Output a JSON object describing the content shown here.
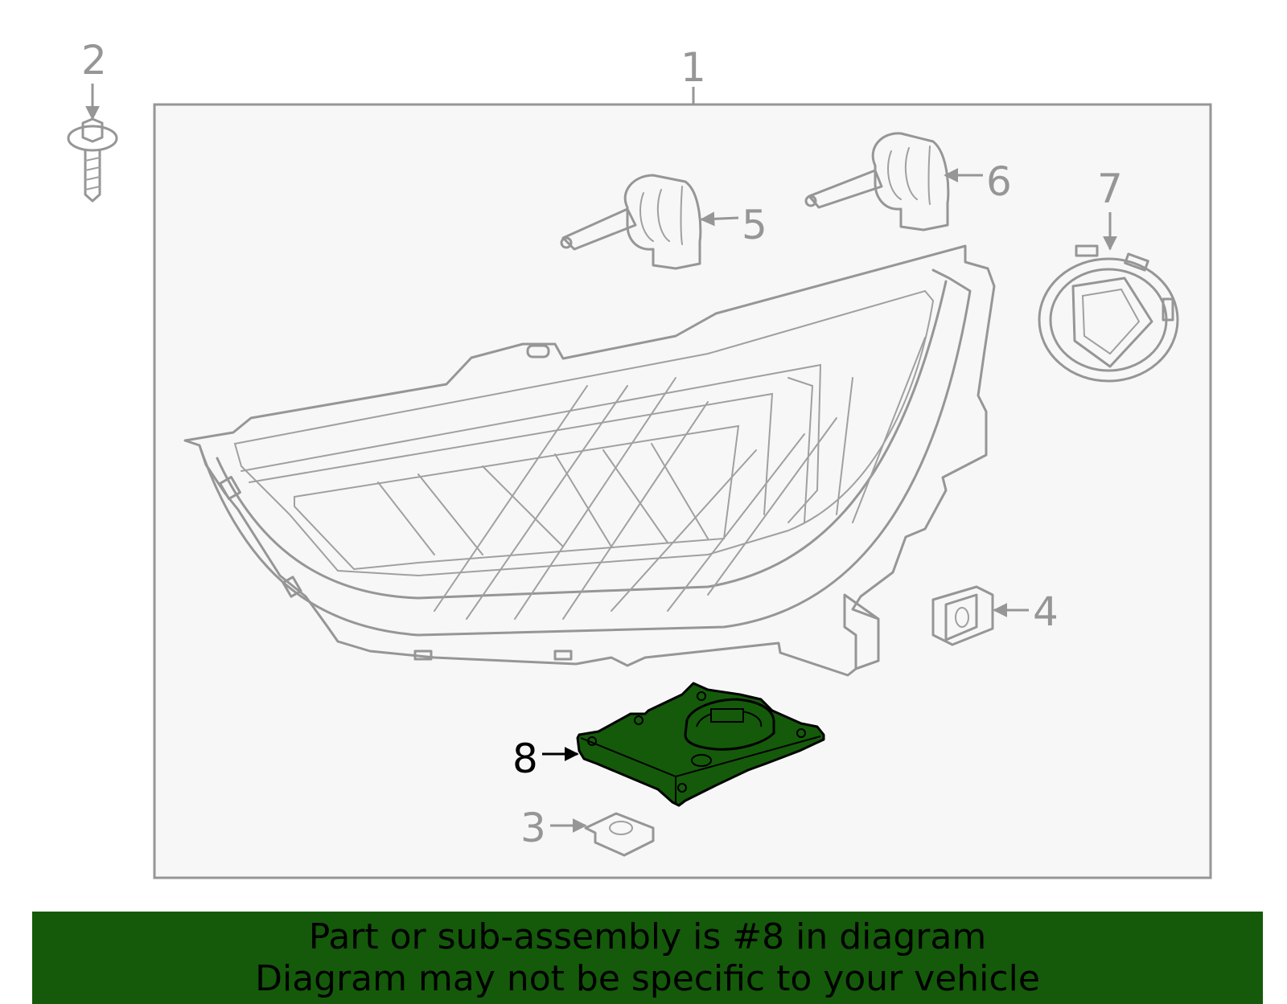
{
  "callouts": [
    {
      "id": "1",
      "label": "1",
      "part": "headlamp-assembly"
    },
    {
      "id": "2",
      "label": "2",
      "part": "screw"
    },
    {
      "id": "3",
      "label": "3",
      "part": "retainer"
    },
    {
      "id": "4",
      "label": "4",
      "part": "retainer"
    },
    {
      "id": "5",
      "label": "5",
      "part": "bulb"
    },
    {
      "id": "6",
      "label": "6",
      "part": "bulb"
    },
    {
      "id": "7",
      "label": "7",
      "part": "cap"
    },
    {
      "id": "8",
      "label": "8",
      "part": "ballast-module"
    }
  ],
  "highlight": {
    "callout": "8",
    "color": "#145a0a"
  },
  "banner": {
    "line1": "Part or sub-assembly is #8 in diagram",
    "line2": "Diagram may not be specific to your vehicle"
  }
}
